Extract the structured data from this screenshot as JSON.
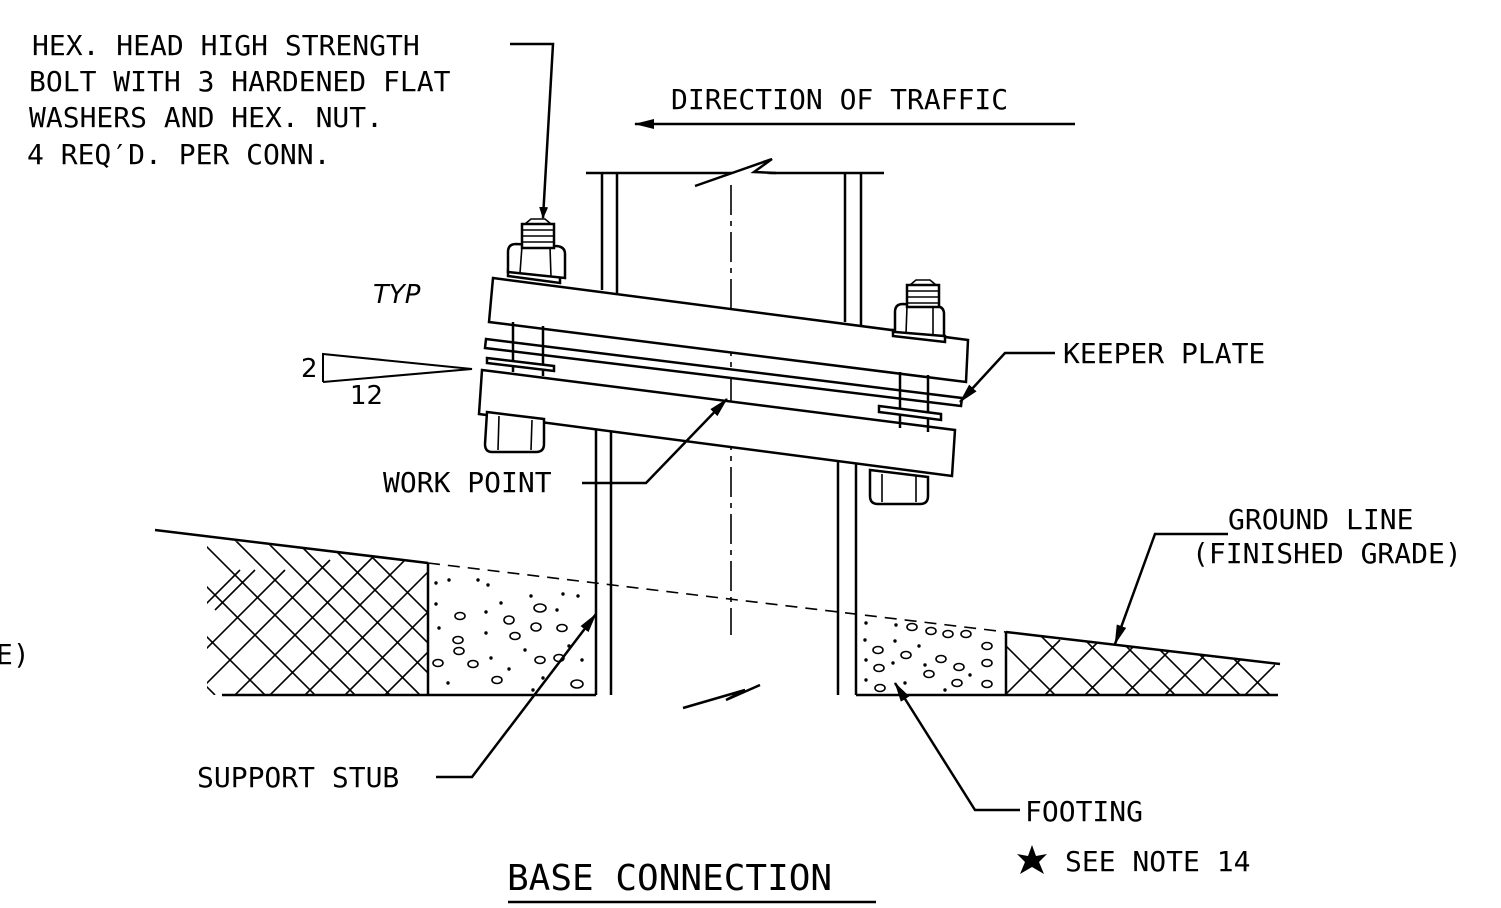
{
  "labels": {
    "bolt_note": [
      "HEX. HEAD HIGH STRENGTH",
      "BOLT WITH 3 HARDENED FLAT",
      "WASHERS AND HEX. NUT.",
      "4 REQ′D. PER CONN."
    ],
    "direction": "DIRECTION OF TRAFFIC",
    "typ": "TYP",
    "slope_rise": "2",
    "slope_run": "12",
    "keeper_plate": "KEEPER PLATE",
    "work_point": "WORK POINT",
    "ground_line_1": "GROUND LINE",
    "ground_line_2": "(FINISHED GRADE)",
    "left_edge_fragment": "E)",
    "support_stub": "SUPPORT STUB",
    "footing": "FOOTING",
    "see_note": "SEE NOTE 14",
    "title": "BASE CONNECTION"
  },
  "icons": {
    "asterisk": "asterisk-icon"
  }
}
